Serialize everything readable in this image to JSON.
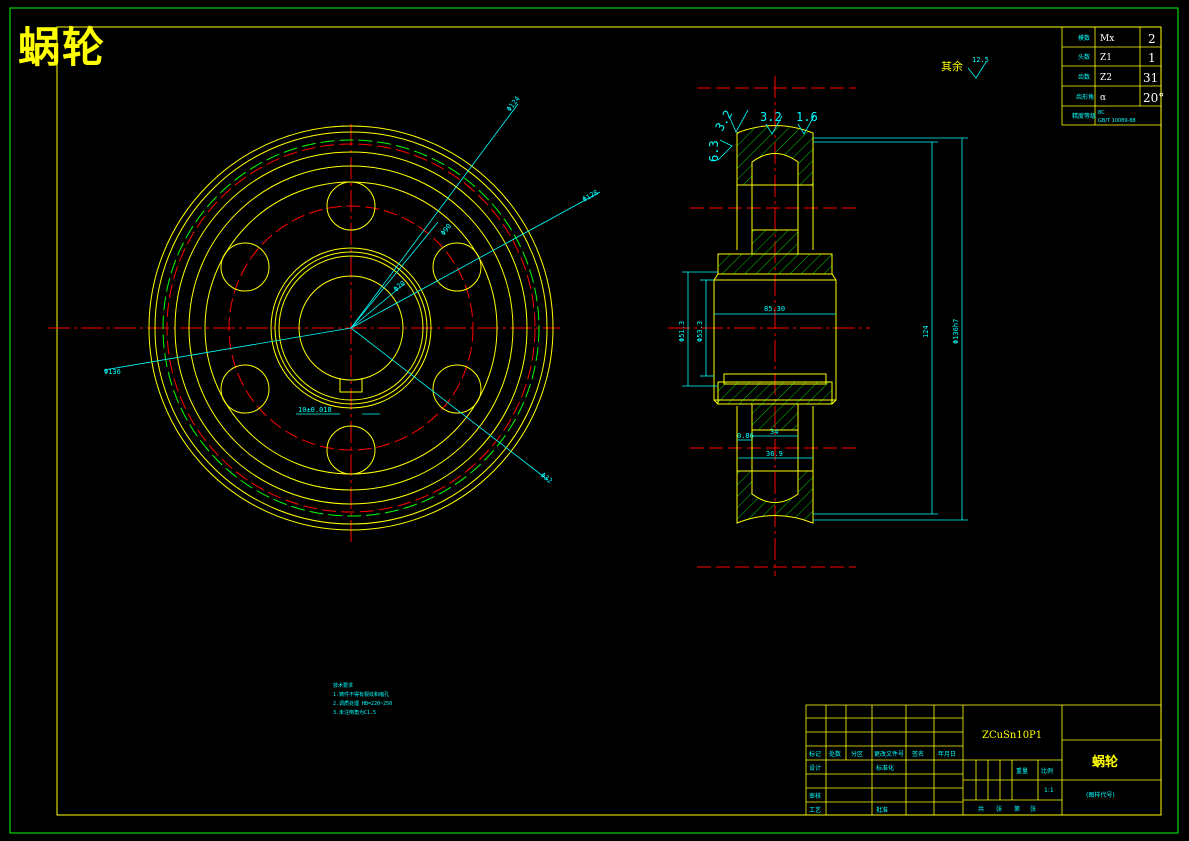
{
  "title": "蜗轮",
  "colors": {
    "bg": "#000000",
    "outline": "#ffff00",
    "frame": "#00ff00",
    "center": "#ff0000",
    "dim": "#00ffff",
    "pitch": "#00ff00",
    "hatch": "#00ff00"
  },
  "roughness": {
    "top": [
      "3.2",
      "3.2",
      "1.6"
    ],
    "left": "6.3",
    "rest_label": "其余",
    "rest_value": "12.5"
  },
  "dims": {
    "bore_chamfer": "Φ32",
    "keyway": "10±0.018",
    "outer_dia": "Φ136",
    "dia_a": "Φ70",
    "dia_b": "Φ90",
    "dia_c": "Φ128",
    "dia_d": "Φ124",
    "hub_len": "85.30",
    "bore_a": "Φ51.3",
    "bore_b": "Φ53.3",
    "root_dia": "124",
    "tip_dia": "Φ136h7",
    "rim_width": "34",
    "chamfer": "0.86",
    "face_width": "36.9"
  },
  "params": [
    {
      "label": "模数",
      "sym": "Mx",
      "val": "2"
    },
    {
      "label": "头数",
      "sym": "Z1",
      "val": "1"
    },
    {
      "label": "齿数",
      "sym": "Z2",
      "val": "31"
    },
    {
      "label": "齿形角",
      "sym": "α",
      "val": "20°"
    },
    {
      "label": "精度等级",
      "sym": "8C",
      "val": "GB/T 10089-88"
    }
  ],
  "notes": {
    "heading": "技术要求",
    "lines": [
      "1.铸件不得有裂纹和缩孔",
      "2.调质处理 HB=220~250",
      "3.未注倒角为C1.5"
    ]
  },
  "titleblock": {
    "material": "ZCuSn10P1",
    "part_name": "蜗轮",
    "drawing_no": "(图样代号)",
    "row_labels": [
      "标记",
      "处数",
      "分区",
      "更改文件号",
      "签名",
      "年月日"
    ],
    "design": "设计",
    "standard": "标准化",
    "review": "审核",
    "process": "工艺",
    "approve": "批准",
    "weight": "重量",
    "scale": "比例",
    "scale_val": "1:1",
    "sheets": [
      "共",
      "张",
      "第",
      "张"
    ]
  }
}
